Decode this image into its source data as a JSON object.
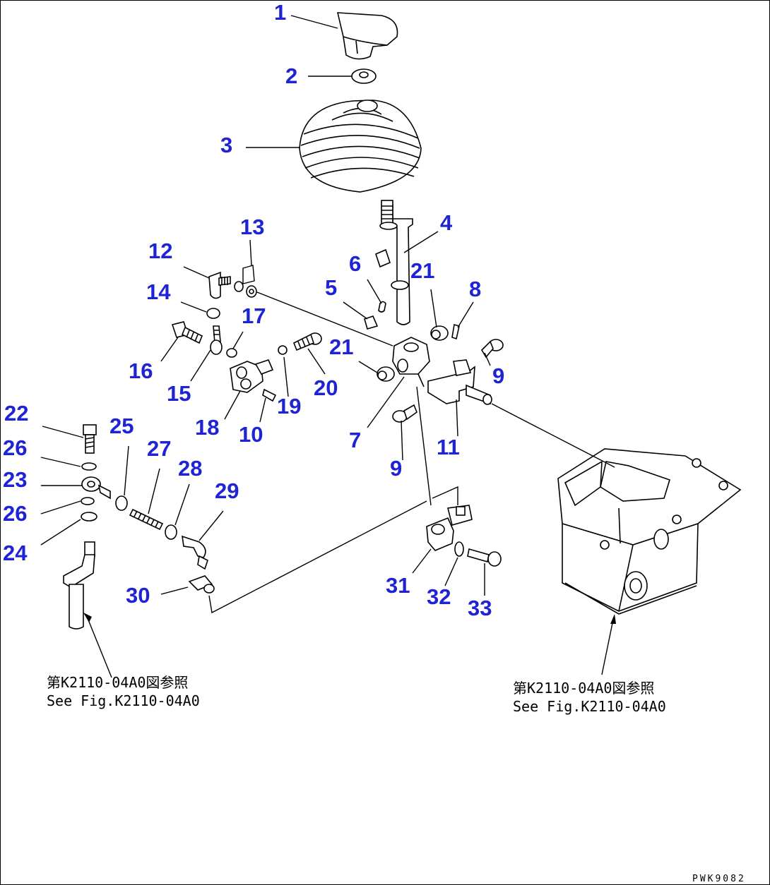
{
  "drawing_code": "PWK9082",
  "reference_notes": [
    {
      "jp": "第K2110-04A0図参照",
      "en": "See Fig.K2110-04A0"
    },
    {
      "jp": "第K2110-04A0図参照",
      "en": "See Fig.K2110-04A0"
    }
  ],
  "part_numbers": [
    "1",
    "2",
    "3",
    "4",
    "5",
    "6",
    "7",
    "8",
    "9",
    "9",
    "10",
    "11",
    "12",
    "13",
    "14",
    "15",
    "16",
    "17",
    "18",
    "19",
    "20",
    "21",
    "21",
    "22",
    "23",
    "24",
    "25",
    "26",
    "26",
    "27",
    "28",
    "29",
    "30",
    "31",
    "32",
    "33"
  ]
}
